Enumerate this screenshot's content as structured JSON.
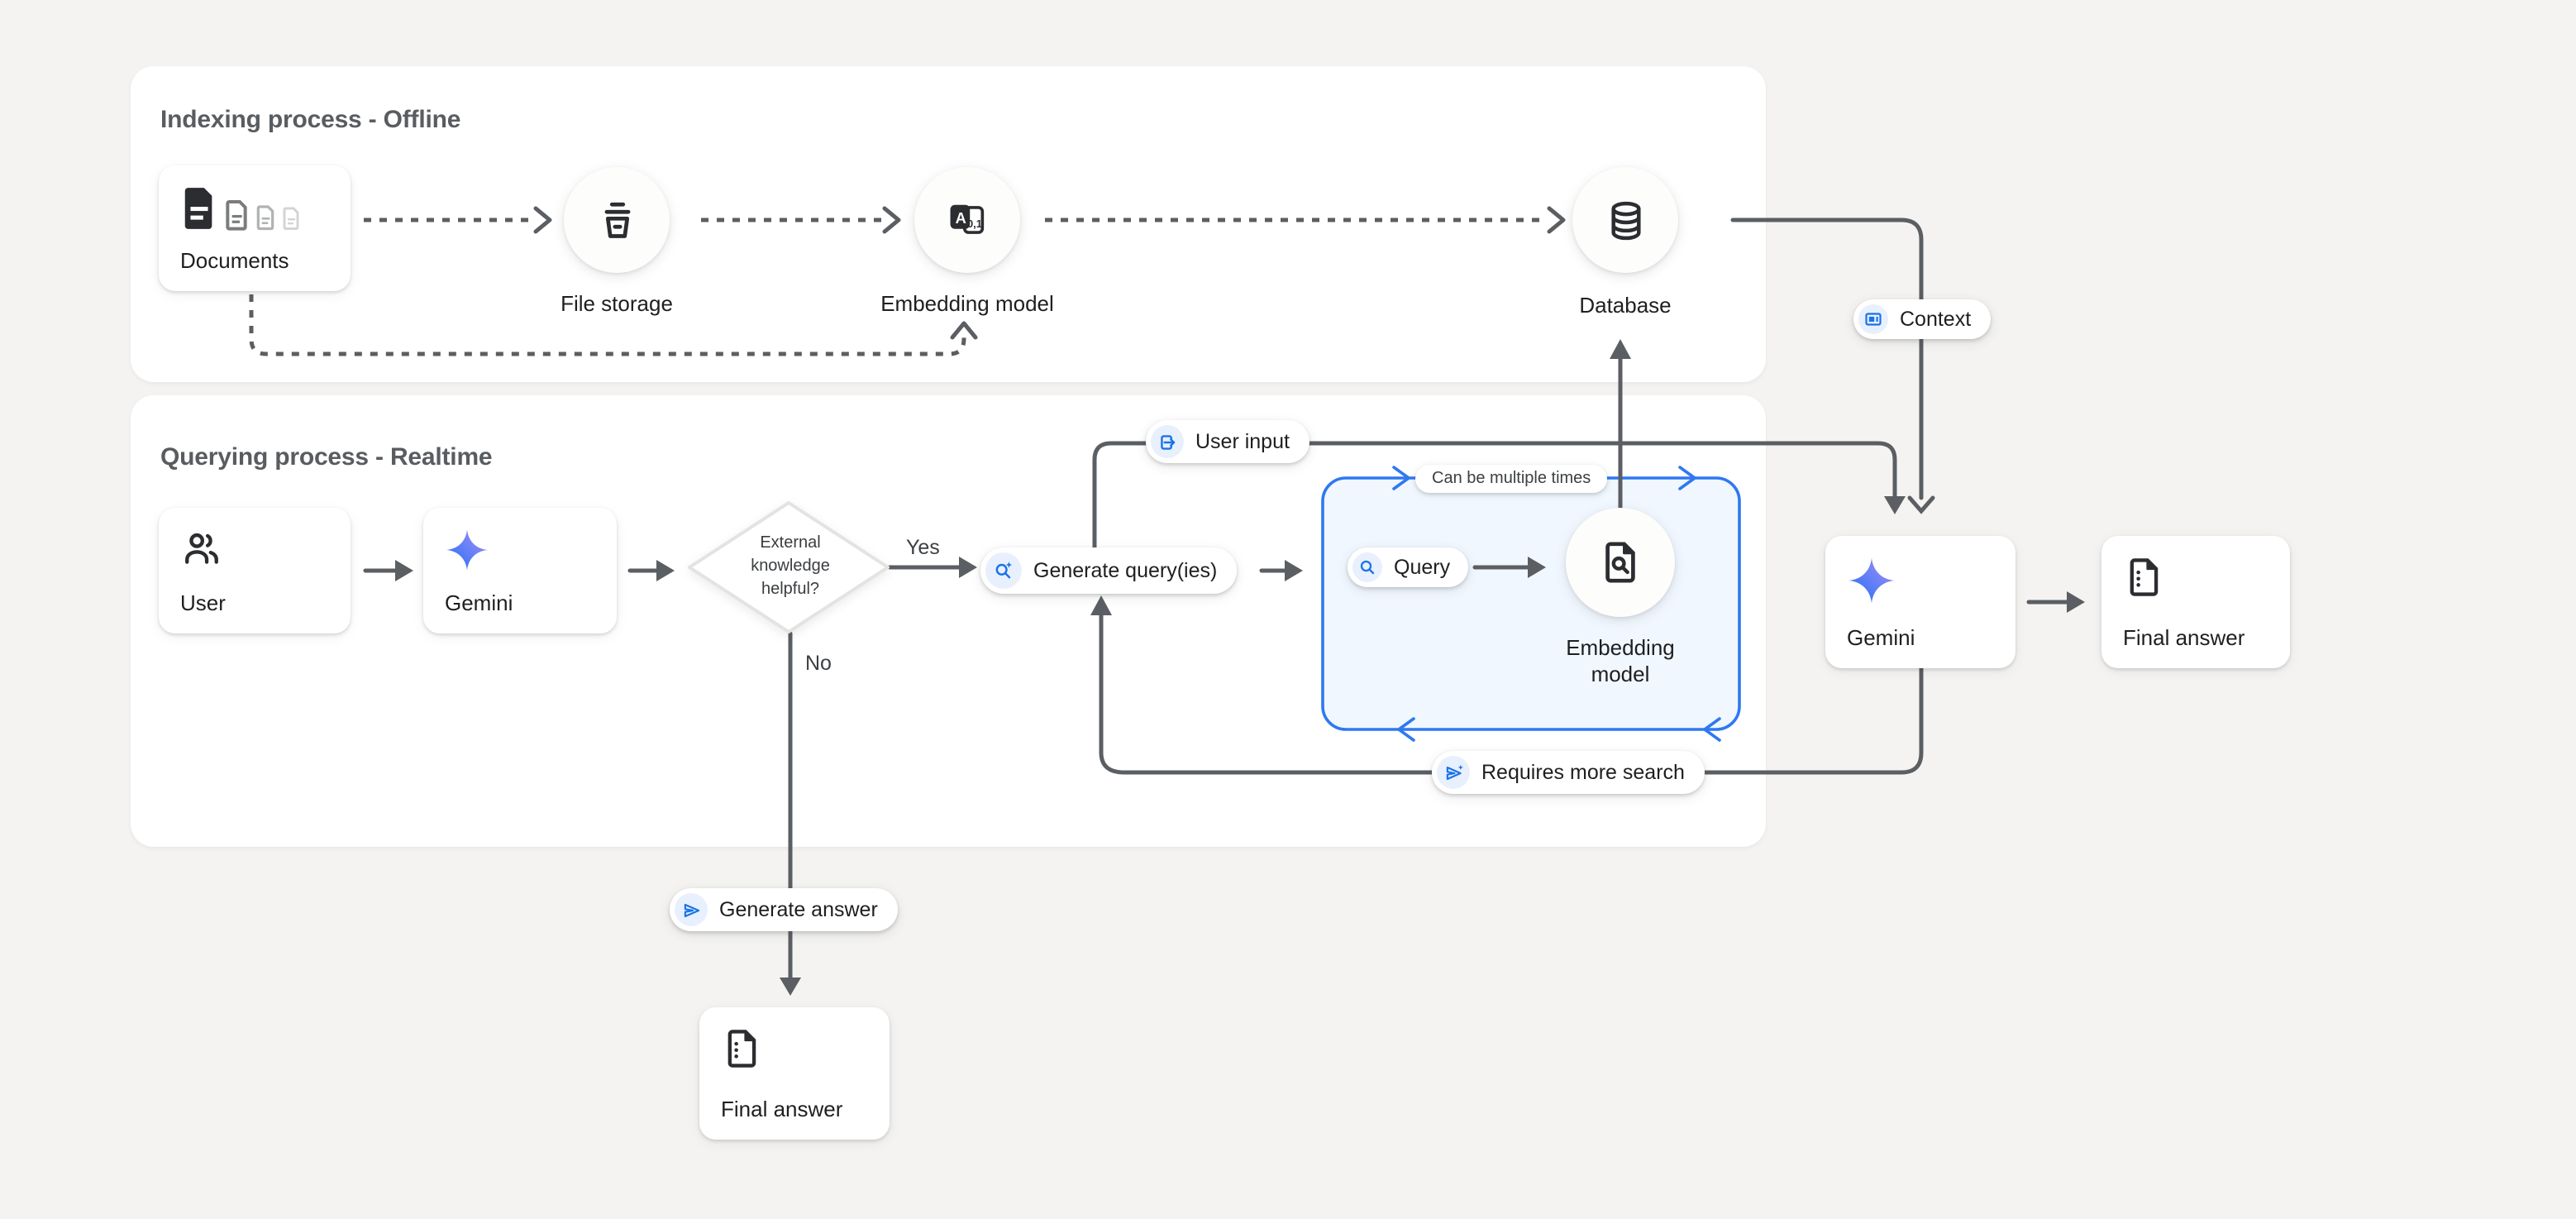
{
  "colors": {
    "accent_blue": "#1a73e8",
    "chip_bg": "#e8f0fe",
    "line_gray": "#5b5e62",
    "loop_border": "#2f78f2",
    "loop_fill": "#f1f7fe",
    "panel_bg": "#ffffff",
    "page_bg": "#f4f3f1"
  },
  "indexing": {
    "title": "Indexing process - Offline",
    "documents": {
      "label": "Documents",
      "icon": "documents-icon"
    },
    "file_storage": {
      "label": "File storage",
      "icon": "storage-bucket-icon"
    },
    "embedding_model": {
      "label": "Embedding model",
      "icon": "text-to-vector-icon",
      "glyph_a": "A",
      "glyph_01": "0,1"
    },
    "database": {
      "label": "Database",
      "icon": "database-icon"
    }
  },
  "querying": {
    "title": "Querying process - Realtime",
    "user": {
      "label": "User",
      "icon": "users-icon"
    },
    "gemini": {
      "label": "Gemini",
      "icon": "gemini-star-icon"
    },
    "decision": {
      "label": "External knowledge helpful?",
      "yes": "Yes",
      "no": "No"
    },
    "generate_queries": {
      "label": "Generate query(ies)",
      "icon": "search-spark-icon"
    },
    "user_input": {
      "label": "User input",
      "icon": "input-icon"
    },
    "loop": {
      "note": "Can be multiple times",
      "query": {
        "label": "Query",
        "icon": "search-icon"
      },
      "embedding_model": {
        "label": "Embedding model",
        "icon": "document-search-icon"
      }
    },
    "requires_more_search": {
      "label": "Requires more search",
      "icon": "send-spark-icon"
    },
    "generate_answer": {
      "label": "Generate answer",
      "icon": "send-icon"
    },
    "final_answer": {
      "label": "Final answer",
      "icon": "answer-document-icon"
    }
  },
  "output": {
    "context": {
      "label": "Context",
      "icon": "context-icon"
    },
    "gemini": {
      "label": "Gemini",
      "icon": "gemini-star-icon"
    },
    "final_answer": {
      "label": "Final answer",
      "icon": "answer-document-icon"
    }
  }
}
